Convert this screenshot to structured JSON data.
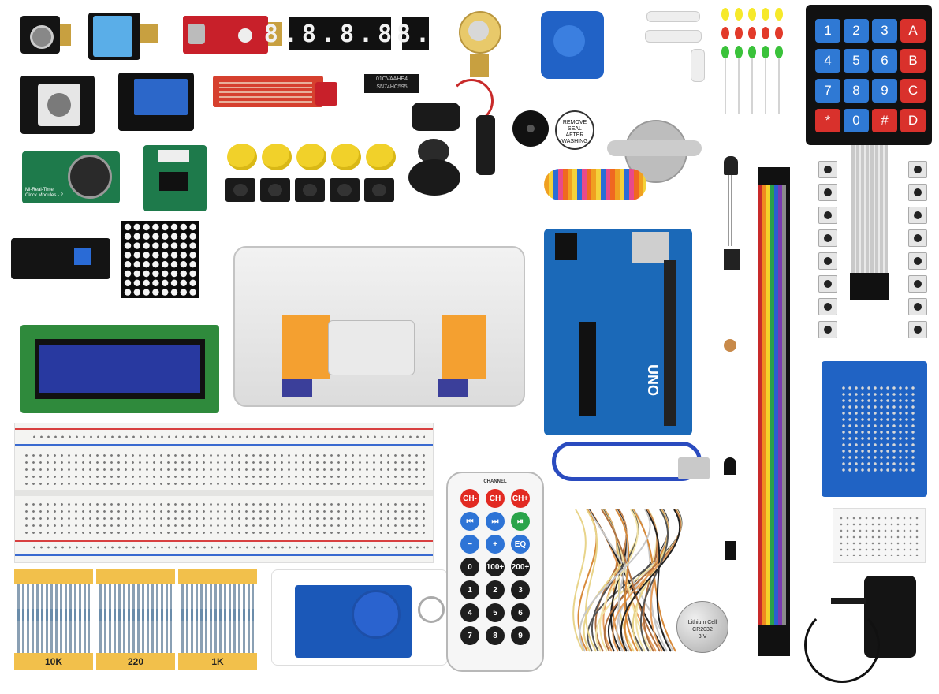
{
  "kit": {
    "seven_segment_4digit": "8.8.8.8.",
    "seven_segment_1digit": "8.",
    "ic_marking_line1": "01CVAAHE4",
    "ic_marking_line2": "SN74HC595",
    "buzzer_sticker_line1": "REMOVE",
    "buzzer_sticker_line2": "SEAL",
    "buzzer_sticker_line3": "AFTER",
    "buzzer_sticker_line4": "WASHING",
    "rtc_text_line1": "Mi-Real-Time",
    "rtc_text_line2": "Clock Modules - 2",
    "uno_text": "UNO",
    "keypad_keys": [
      "1",
      "2",
      "3",
      "A",
      "4",
      "5",
      "6",
      "B",
      "7",
      "8",
      "9",
      "C",
      "*",
      "0",
      "#",
      "D"
    ],
    "resistor_labels": [
      "10K",
      "220",
      "1K"
    ],
    "remote": {
      "header": "CHANNEL",
      "buttons": [
        "CH-",
        "CH",
        "CH+",
        "⏮",
        "⏭",
        "⏯",
        "−",
        "+",
        "EQ",
        "0",
        "100+",
        "200+",
        "1",
        "2",
        "3",
        "4",
        "5",
        "6",
        "7",
        "8",
        "9"
      ]
    },
    "coin_cell_line1": "Lithium Cell",
    "coin_cell_line2": "CR2032",
    "coin_cell_line3": "3 V"
  },
  "colors": {
    "keypad_blue": "#2f79d4",
    "keypad_red": "#d9312c",
    "remote_red": "#e22a22",
    "remote_blue": "#2e74d6",
    "remote_green": "#2aa44a",
    "remote_black": "#1e1e1e"
  }
}
